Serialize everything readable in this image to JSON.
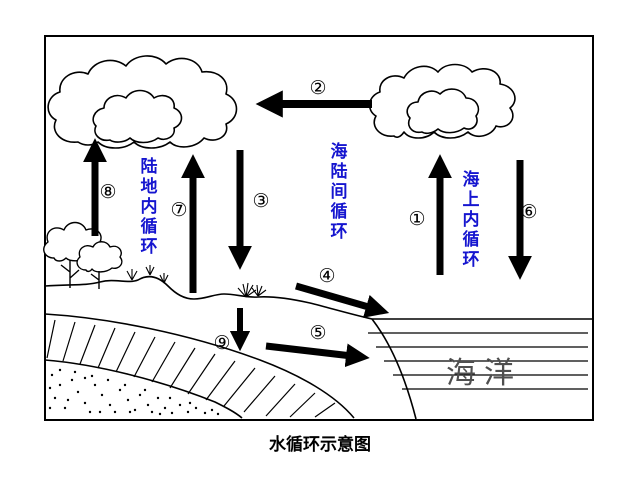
{
  "caption": "水循环示意图",
  "cycle_labels": {
    "land_internal": "陆地内循环",
    "sea_land": "海陆间循环",
    "sea_internal": "海上内循环"
  },
  "ocean_label": "海洋",
  "arrow_labels": {
    "a1": "①",
    "a2": "②",
    "a3": "③",
    "a4": "④",
    "a5": "⑤",
    "a6": "⑥",
    "a7": "⑦",
    "a8": "⑧",
    "a9": "⑨"
  },
  "colors": {
    "cycle_label_blue": "#1515cf",
    "ink": "#000000",
    "ocean_text_gray": "#4f4f4f",
    "background": "#ffffff"
  }
}
